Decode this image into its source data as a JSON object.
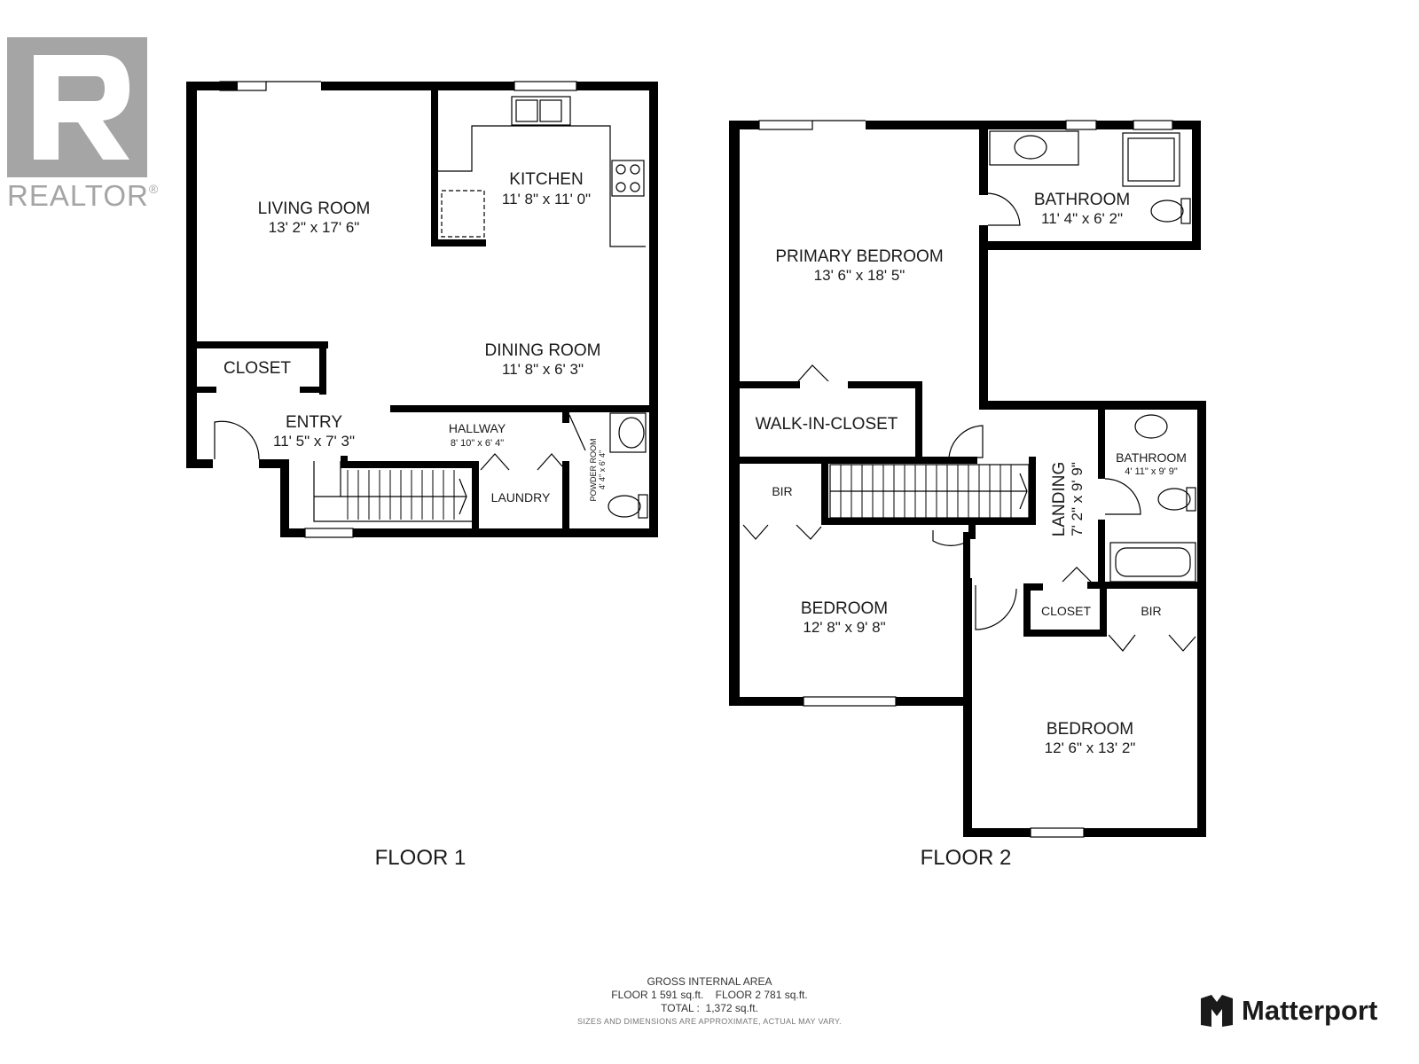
{
  "logo": {
    "name": "REALTOR",
    "mark": "®",
    "icon": "realtor-r-icon",
    "color": "#a5a5a5"
  },
  "floors": [
    {
      "title": "FLOOR 1",
      "rooms": [
        {
          "key": "living_room",
          "name": "LIVING ROOM",
          "dims": "13' 2\" x 17' 6\""
        },
        {
          "key": "kitchen",
          "name": "KITCHEN",
          "dims": "11' 8\" x 11' 0\""
        },
        {
          "key": "dining_room",
          "name": "DINING ROOM",
          "dims": "11' 8\" x 6' 3\""
        },
        {
          "key": "closet",
          "name": "CLOSET",
          "dims": ""
        },
        {
          "key": "entry",
          "name": "ENTRY",
          "dims": "11' 5\" x 7' 3\""
        },
        {
          "key": "hallway",
          "name": "HALLWAY",
          "dims": "8' 10\" x 6' 4\""
        },
        {
          "key": "laundry",
          "name": "LAUNDRY",
          "dims": ""
        },
        {
          "key": "powder_room",
          "name": "POWDER ROOM",
          "dims": "4' 4\" x 6' 4\""
        }
      ]
    },
    {
      "title": "FLOOR 2",
      "rooms": [
        {
          "key": "primary_bedroom",
          "name": "PRIMARY BEDROOM",
          "dims": "13' 6\" x 18' 5\""
        },
        {
          "key": "bathroom_main",
          "name": "BATHROOM",
          "dims": "11' 4\" x 6' 2\""
        },
        {
          "key": "walk_in_closet",
          "name": "WALK-IN-CLOSET",
          "dims": ""
        },
        {
          "key": "landing",
          "name": "LANDING",
          "dims": "7' 2\" x 9' 9\""
        },
        {
          "key": "bathroom_small",
          "name": "BATHROOM",
          "dims": "4' 11\" x 9' 9\""
        },
        {
          "key": "bir_left",
          "name": "BIR",
          "dims": ""
        },
        {
          "key": "bedroom_left",
          "name": "BEDROOM",
          "dims": "12' 8\" x 9' 8\""
        },
        {
          "key": "closet2",
          "name": "CLOSET",
          "dims": ""
        },
        {
          "key": "bir_right",
          "name": "BIR",
          "dims": ""
        },
        {
          "key": "bedroom_right",
          "name": "BEDROOM",
          "dims": "12' 6\" x 13' 2\""
        }
      ]
    }
  ],
  "footer": {
    "heading": "GROSS INTERNAL AREA",
    "floor_areas": "FLOOR 1 591 sq.ft.    FLOOR 2 781 sq.ft.",
    "total": "TOTAL :  1,372 sq.ft.",
    "disclaimer": "SIZES AND DIMENSIONS ARE APPROXIMATE, ACTUAL MAY VARY."
  },
  "brand": {
    "name": "Matterport",
    "icon": "matterport-logo-icon"
  }
}
